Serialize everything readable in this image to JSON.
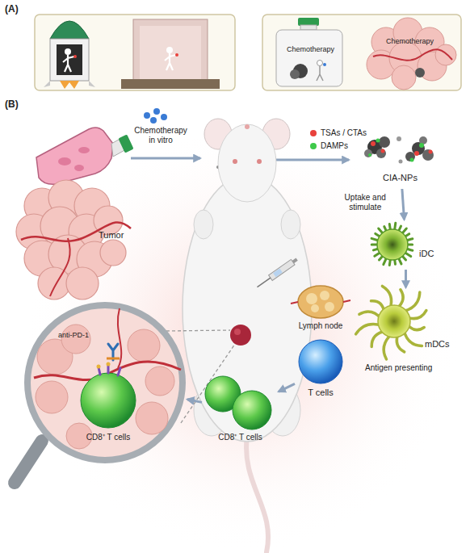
{
  "diagram": {
    "nodes": [
      {
        "text": [
          "CIA-NPs"
        ]
      },
      {
        "text": [
          "Tumor"
        ]
      },
      {
        "text": [
          "iDC"
        ]
      },
      {
        "text": [
          "Lymph node"
        ]
      },
      {
        "text": [
          "mDCs"
        ]
      },
      {
        "text": [
          "T cells"
        ]
      },
      {
        "text": [
          "anti-PD-1"
        ]
      },
      {
        "text": [
          "CD8⁺ T cells"
        ],
        "in": 6
      },
      {
        "text": [
          "CD8⁺ T cells"
        ]
      }
    ],
    "edges": [
      {
        "from": 0,
        "to": 2,
        "arrow": "to",
        "label": "Uptake and stimulate"
      },
      {
        "from": 2,
        "to": 4,
        "arrow": "to"
      },
      {
        "from": 5,
        "to": 8,
        "arrow": "to"
      },
      {
        "from": 8,
        "to": 6,
        "arrow": "to"
      }
    ],
    "labels": [
      "(A)",
      "Chemotherapy",
      "Chemotherapy",
      "(B)",
      "Chemotherapy in vitro",
      "Antigen presenting"
    ],
    "legend": [
      {
        "text": "TSAs / CTAs",
        "color": "#e8413c"
      },
      {
        "text": "DAMPs",
        "color": "#3ec94a"
      }
    ]
  }
}
